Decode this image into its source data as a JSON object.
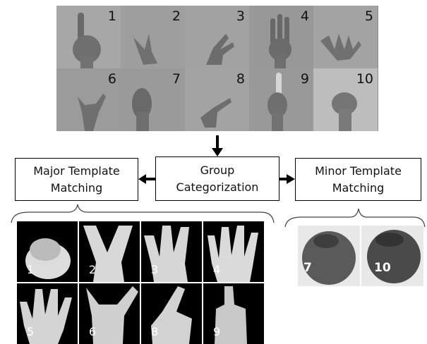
{
  "top_grid": {
    "labels": [
      "1",
      "2",
      "3",
      "4",
      "5",
      "6",
      "7",
      "8",
      "9",
      "10"
    ]
  },
  "center_box": {
    "line1": "Group",
    "line2": "Categorization"
  },
  "left_box": {
    "line1": "Major Template",
    "line2": "Matching"
  },
  "right_box": {
    "line1": "Minor Template",
    "line2": "Matching"
  },
  "major_templates": {
    "labels": [
      "1",
      "2",
      "3",
      "4",
      "5",
      "6",
      "8",
      "9"
    ]
  },
  "minor_templates": {
    "labels": [
      "7",
      "10"
    ]
  },
  "colors": {
    "line": "#000000",
    "photo_bg": "#9a9a9a",
    "skin": "#6e6e6e"
  }
}
